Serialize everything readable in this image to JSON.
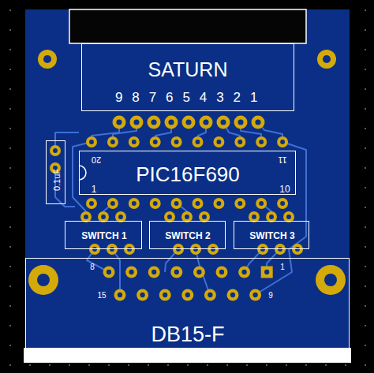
{
  "diagram": {
    "nodes": [
      {
        "text": [
          "SATURN",
          "9 8 7 6 5 4 3 2 1"
        ]
      },
      {
        "text": [
          "0.1uF"
        ]
      },
      {
        "text": [
          "PIC16F690",
          "20",
          "11",
          "1",
          "10"
        ]
      },
      {
        "text": [
          "SWITCH 1"
        ]
      },
      {
        "text": [
          "SWITCH 2"
        ]
      },
      {
        "text": [
          "SWITCH 3"
        ]
      },
      {
        "text": [
          "DB15-F",
          "8",
          "1",
          "15",
          "9"
        ]
      }
    ]
  }
}
